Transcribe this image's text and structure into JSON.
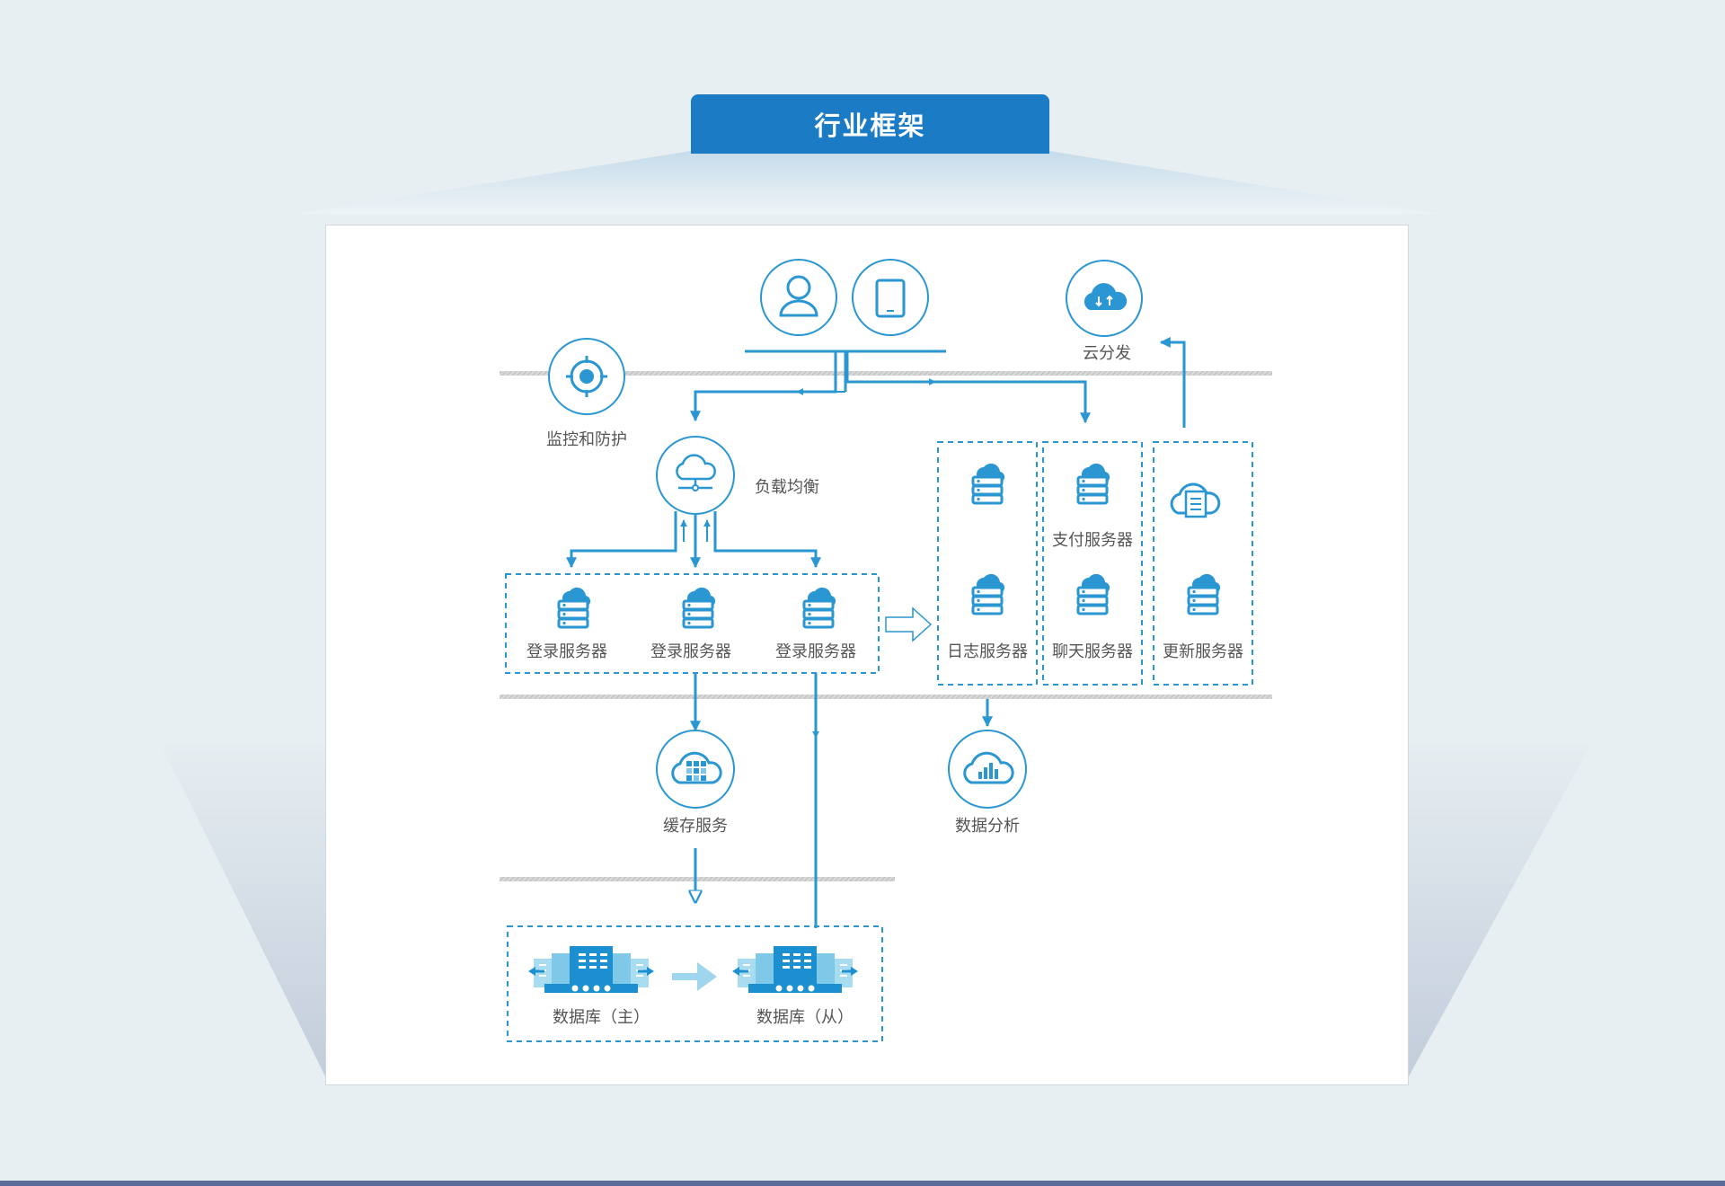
{
  "title": "行业框架",
  "nodes": {
    "monitor": "监控和防护",
    "cloud_dist": "云分发",
    "load_balance": "负载均衡",
    "login_1": "登录服务器",
    "login_2": "登录服务器",
    "login_3": "登录服务器",
    "log_server": "日志服务器",
    "pay_server": "支付服务器",
    "chat_server": "聊天服务器",
    "update_server": "更新服务器",
    "cache": "缓存服务",
    "analytics": "数据分析",
    "db_master": "数据库（主）",
    "db_slave": "数据库（从）"
  },
  "colors": {
    "accent": "#1b7bc5",
    "line": "#2a96d2",
    "db_light": "#a8dcf0",
    "db_dark": "#1b8fd0"
  },
  "icons": [
    "user-icon",
    "tablet-icon",
    "cloud-sync-icon",
    "target-icon",
    "network-cloud-icon",
    "server-stack-icon",
    "document-cloud-icon",
    "grid-cloud-icon",
    "chart-cloud-icon",
    "building-icon"
  ]
}
